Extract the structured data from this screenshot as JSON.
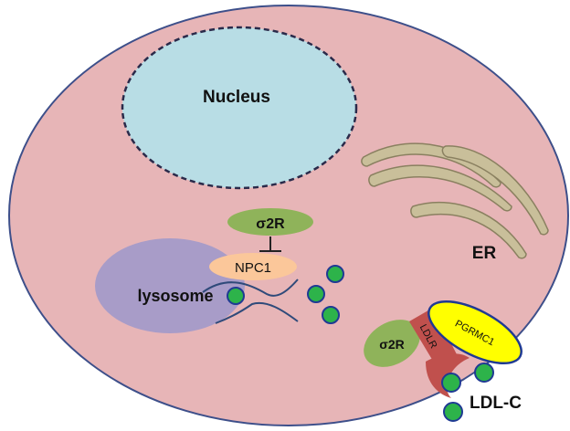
{
  "diagram": {
    "labels": {
      "nucleus": "Nucleus",
      "er": "ER",
      "sigma2r_top": "σ2R",
      "npc1": "NPC1",
      "lysosome": "lysosome",
      "sigma2r_bottom": "σ2R",
      "ldlr": "LDLR",
      "pgrmc1": "PGRMC1",
      "ldl_c": "LDL-C"
    },
    "colors": {
      "cell_fill": "#e7b5b7",
      "cell_stroke": "#3d4f8a",
      "nucleus_fill": "#b8dde5",
      "nucleus_stroke": "#2a2a4a",
      "er_fill": "#c9bf9a",
      "er_stroke": "#8a8060",
      "sigma2r_fill": "#8fb35a",
      "npc1_fill": "#fbc79a",
      "lysosome_fill": "#a89cc8",
      "ldlr_fill": "#c0504d",
      "pgrmc1_fill": "#ffff00",
      "pgrmc1_stroke": "#1f3a93",
      "ldl_dot_fill": "#2db34a",
      "ldl_dot_stroke": "#1f3a93",
      "membrane_line": "#2f4a7a"
    }
  }
}
